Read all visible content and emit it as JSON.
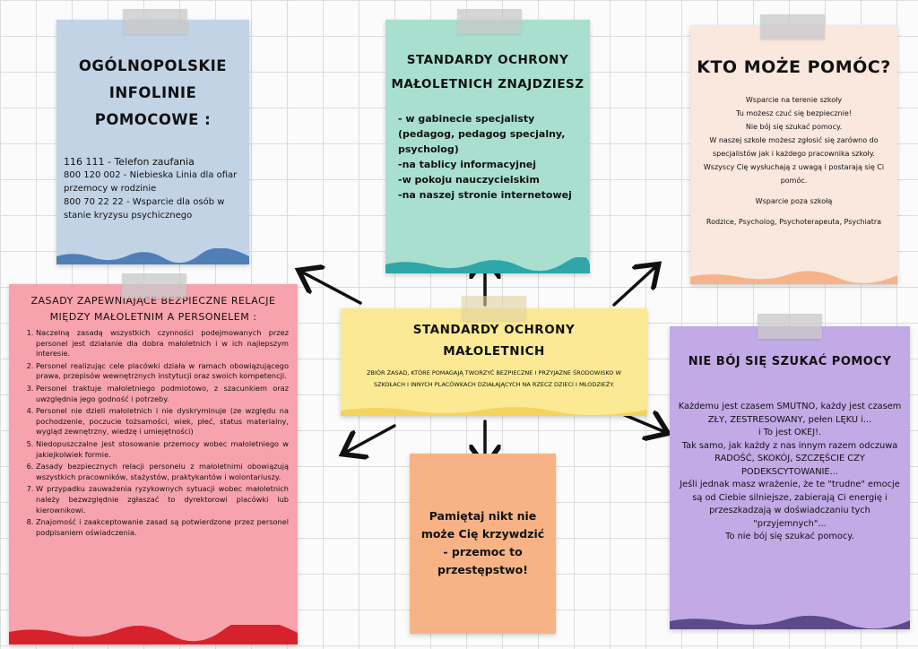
{
  "infolines": {
    "title_line1": "OGÓLNOPOLSKIE",
    "title_line2": "INFOLINIE POMOCOWE :",
    "items": [
      "116 111 - Telefon zaufania",
      "800 120 002 - Niebieska Linia dla ofiar przemocy w rodzinie",
      "800 70 22 22 - Wsparcie dla osób w stanie kryzysu psychicznego"
    ]
  },
  "locations": {
    "title_line1": "STANDARDY OCHRONY",
    "title_line2": "MAŁOLETNICH ZNAJDZIESZ",
    "items": [
      "- w  gabinecie specjalisty (pedagog, pedagog specjalny, psycholog)",
      "-na tablicy informacyjnej",
      "-w pokoju nauczycielskim",
      "-na naszej stronie internetowej"
    ]
  },
  "who_helps": {
    "title": "KTO MOŻE POMÓC?",
    "section1_heading": "Wsparcie na terenie szkoły",
    "lines": [
      "Tu możesz czuć się bezpiecznie!",
      "Nie bój się szukać pomocy.",
      "W naszej szkole możesz zgłosić się zarówno do specjalistów jak i  każdego pracownika szkoły. Wszyscy Cię wysłuchają z uwagą i postarają się Ci pomóc."
    ],
    "section2_heading": "Wsparcie poza szkołą",
    "section2_text": "Rodzice, Psycholog, Psychoterapeuta, Psychiatra"
  },
  "rules": {
    "title_line1": "ZASADY ZAPEWNIAJĄCE BEZPIECZNE RELACJE",
    "title_line2": "MIĘDZY MAŁOLETNIM A PERSONELEM :",
    "items": [
      "Naczelną zasadą wszystkich czynności podejmowanych przez personel jest działanie dla dobra małoletnich i w ich najlepszym interesie.",
      "Personel realizując cele placówki działa w ramach obowiązującego prawa, przepisów wewnętrznych instytucji oraz swoich kompetencji.",
      "Personel traktuje małoletniego podmiotowo, z szacunkiem oraz uwzględnia jego godność i potrzeby.",
      "Personel nie dzieli małoletnich i nie dyskryminuje (ze względu na pochodzenie, poczucie tożsamości, wiek, płeć, status materialny, wygląd zewnętrzny, wiedzę i umiejętności)",
      "Niedopuszczalne jest stosowanie przemocy wobec małoletniego w jakiejkolwiek formie.",
      "Zasady bezpiecznych relacji personelu z małoletnimi obowiązują wszystkich pracowników, stażystów, praktykantów i wolontariuszy.",
      "W przypadku zauważenia ryzykownych sytuacji wobec małoletnich należy bezwzględnie zgłaszać to dyrektorowi placówki lub kierownikowi.",
      "Znajomość i zaakceptowanie zasad są potwierdzone przez personel podpisaniem oświadczenia."
    ]
  },
  "center": {
    "title_line1": "STANDARDY OCHRONY",
    "title_line2": "MAŁOLETNICH",
    "description": "ZBIÓR ZASAD, KTÓRE POMAGAJĄ TWORZYĆ BEZPIECZNE I PRZYJAZNE ŚRODOWISKO W SZKOŁACH I INNYCH PLACÓWKACH DZIAŁAJĄCYCH NA RZECZ DZIECI I MŁODZIEŻY."
  },
  "nobody_hurt": {
    "text": "Pamiętaj nikt nie może Cię krzywdzić - przemoc to przestępstwo!"
  },
  "dont_fear": {
    "title": "NIE BÓJ SIĘ SZUKAĆ POMOCY",
    "paragraphs": [
      "Każdemu jest czasem SMUTNO, każdy jest czasem ZŁY, ZESTRESOWANY, pełen LĘKU i...",
      "i To jest OKEJ!.",
      "Tak samo, jak każdy z nas innym razem odczuwa RADOŚĆ, SKOKÓJ, SZCZĘŚCIE CZY PODEKSCYTOWANIE...",
      "Jeśli jednak masz wrażenie, że te \"trudne\" emocje są od Ciebie silniejsze, zabierają Ci energię i przeszkadzają w doświadczaniu tych \"przyjemnych\"...",
      "To nie bój się szukać pomocy."
    ]
  },
  "colors": {
    "blue_card": "#c3d3e6",
    "mint_card": "#a9dfcf",
    "peach_card": "#fae7dd",
    "pink_card": "#f7a3ae",
    "yellow_card": "#fbea93",
    "orange_card": "#f7b385",
    "purple_card": "#c1aae6"
  }
}
